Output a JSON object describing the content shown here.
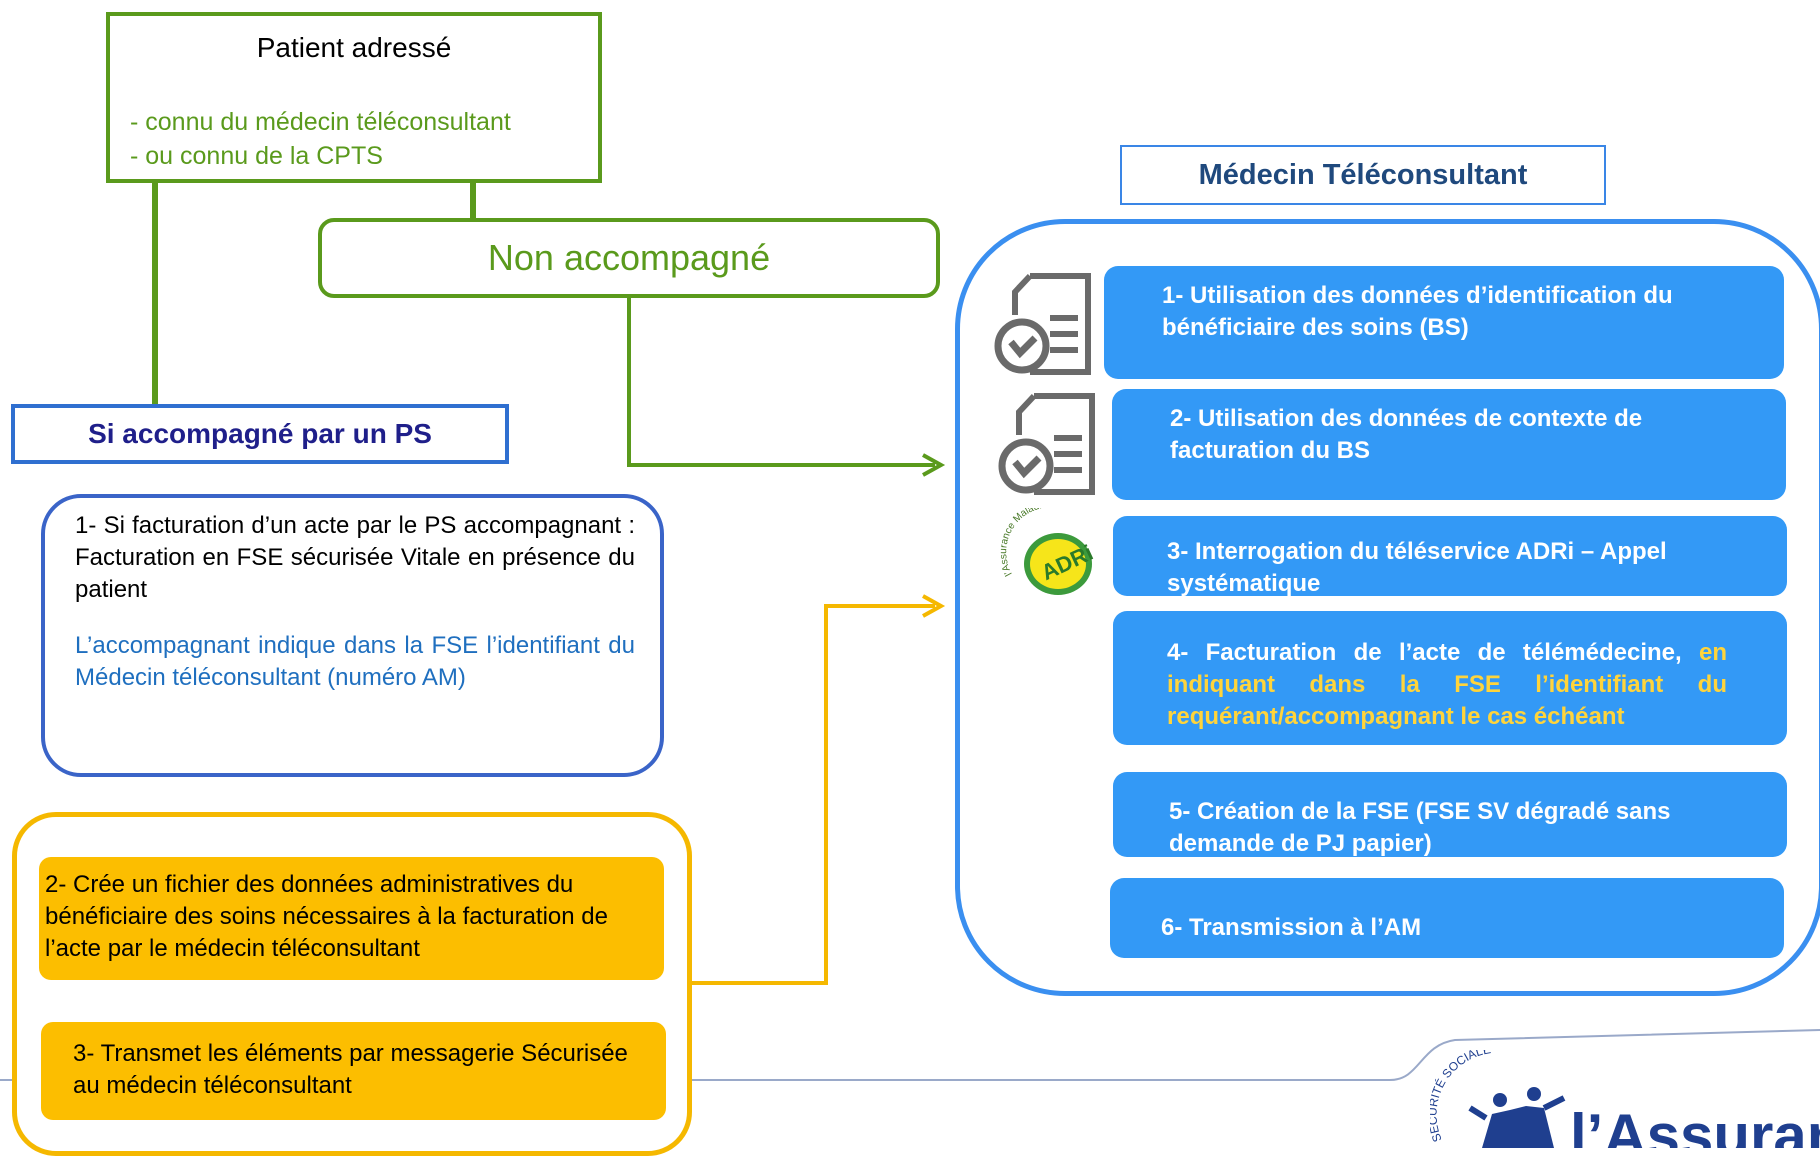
{
  "patient_box": {
    "title": "Patient adressé",
    "line1": "- connu du médecin téléconsultant",
    "line2": "- ou connu de la CPTS"
  },
  "non_accompagne": "Non accompagné",
  "ps_section": {
    "title": "Si accompagné par un PS",
    "step1": "1- Si facturation d’un acte par le PS accompagnant : Facturation en FSE sécurisée Vitale en présence du patient",
    "step1_note": "L’accompagnant indique dans la FSE l’identifiant du Médecin téléconsultant (numéro AM)",
    "step2": "2- Crée un fichier des données administratives du bénéficiaire des soins nécessaires à la facturation de l’acte par le médecin téléconsultant",
    "step3": "3- Transmet les éléments par messagerie Sécurisée au médecin téléconsultant"
  },
  "medecin": {
    "title": "Médecin Téléconsultant",
    "steps": [
      "1- Utilisation des données d’identification du bénéficiaire des soins (BS)",
      "2- Utilisation des données de contexte de facturation du BS",
      "3- Interrogation du téléservice ADRi – Appel systématique",
      "4- Facturation de l’acte de télémédecine,",
      "en indiquant dans la FSE l’identifiant du requérant/accompagnant le cas échéant",
      "5- Création de la FSE (FSE SV dégradé sans demande de PJ papier)",
      "6- Transmission à l’AM"
    ]
  },
  "adri_badge": {
    "arc": "l’Assurance Maladie",
    "text": "ADRi"
  },
  "logo": {
    "arc": "SÉCURITÉ SOCIALE",
    "text": "l’Assurance"
  },
  "colors": {
    "green": "#5a9a1c",
    "blue": "#3399f6",
    "yellow": "#fcbe00",
    "navy": "#1f1f8a"
  }
}
